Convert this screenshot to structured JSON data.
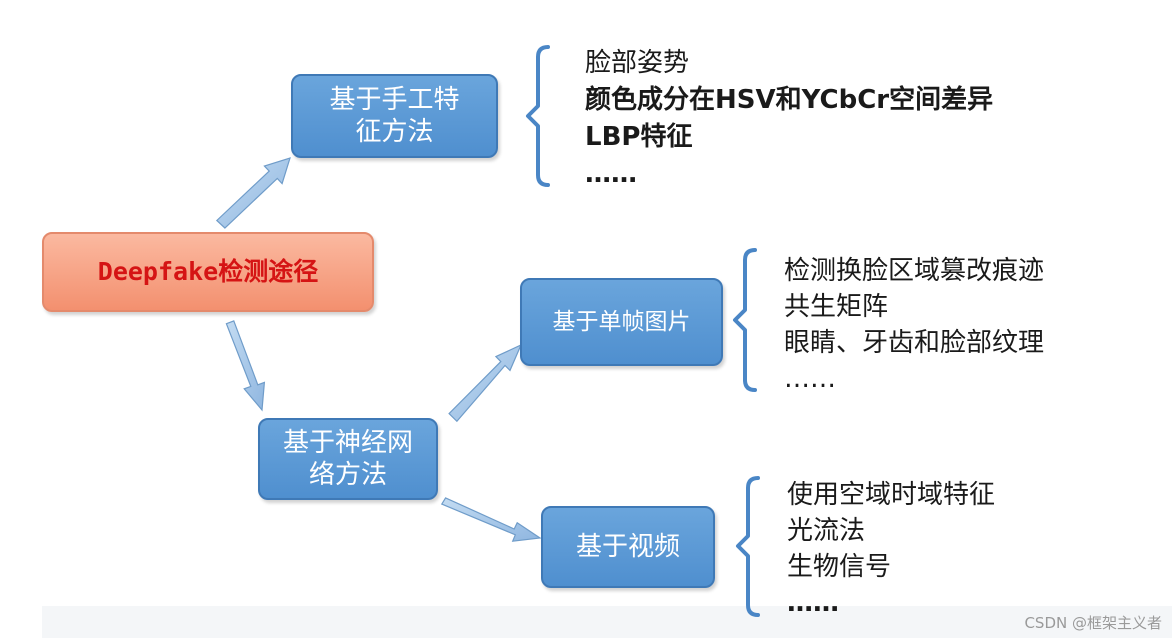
{
  "colors": {
    "node_fill": "#5b9bd5",
    "root_fill": "#f8a88a",
    "root_text": "#d51414",
    "arrow_fill": "#a9c9ea",
    "bracket": "#4a86c6"
  },
  "root": {
    "label": "Deepfake检测途径"
  },
  "handcrafted": {
    "label": "基于手工特\n征方法",
    "items": [
      "脸部姿势",
      "颜色成分在HSV和YCbCr空间差异",
      "LBP特征",
      "……"
    ]
  },
  "neural": {
    "label": "基于神经网\n络方法"
  },
  "single_frame": {
    "label": "基于单帧图片",
    "items": [
      "检测换脸区域篡改痕迹",
      "共生矩阵",
      "眼睛、牙齿和脸部纹理",
      "……"
    ]
  },
  "video": {
    "label": "基于视频",
    "items": [
      "使用空域时域特征",
      "光流法",
      "生物信号",
      "……"
    ]
  },
  "watermark": "CSDN @框架主义者"
}
